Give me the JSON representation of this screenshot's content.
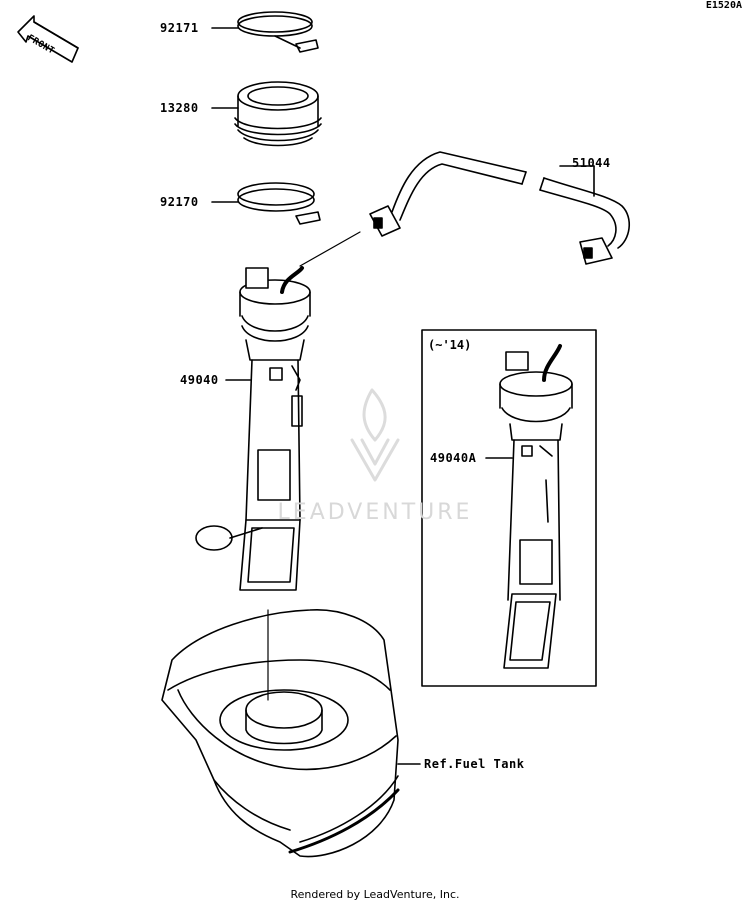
{
  "diagram": {
    "reference_code": "E1520A",
    "front_label": "FRONT",
    "inset_label": "(~'14)",
    "watermark": "LEADVENTURE",
    "footer": "Rendered by LeadVenture, Inc.",
    "parts": [
      {
        "number": "92171"
      },
      {
        "number": "13280"
      },
      {
        "number": "92170"
      },
      {
        "number": "51044"
      },
      {
        "number": "49040"
      },
      {
        "number": "49040A"
      },
      {
        "number": "Ref.Fuel Tank"
      }
    ]
  }
}
